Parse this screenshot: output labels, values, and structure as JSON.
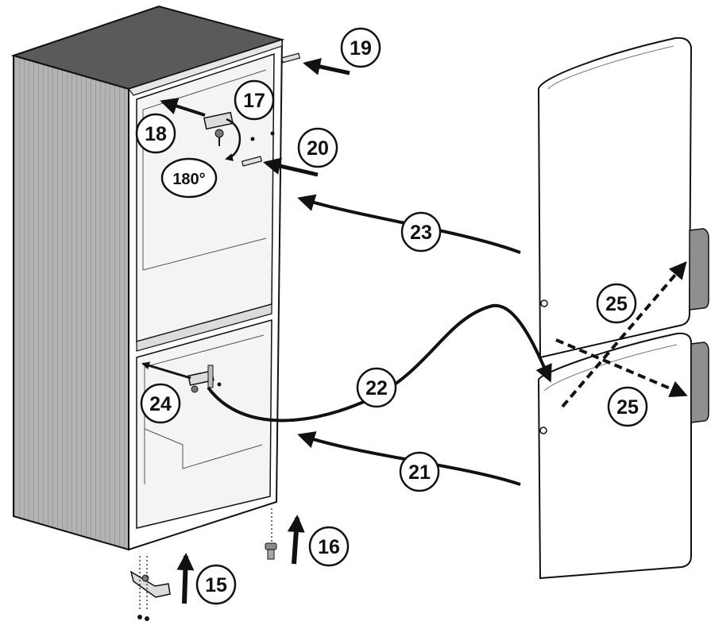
{
  "callouts": {
    "c15": "15",
    "c16": "16",
    "c17": "17",
    "c18": "18",
    "c19": "19",
    "c20": "20",
    "c21": "21",
    "c22": "22",
    "c23": "23",
    "c24": "24",
    "c25a": "25",
    "c25b": "25",
    "angle": "180°"
  },
  "colors": {
    "line": "#111111",
    "cabinet_top": "#5a5a5a",
    "cabinet_side": "#a9a9a9",
    "inner_panel": "#f4f4f4",
    "handle": "#8f8f8f",
    "door": "#ffffff",
    "arrow": "#222222"
  },
  "icons": {
    "upper-hinge": "hinge-icon",
    "lower-hinge": "hinge-icon",
    "bottom-hinge": "hinge-icon",
    "foot": "foot-icon",
    "pin": "pin-icon",
    "rotate": "rotate-arrow-icon"
  }
}
